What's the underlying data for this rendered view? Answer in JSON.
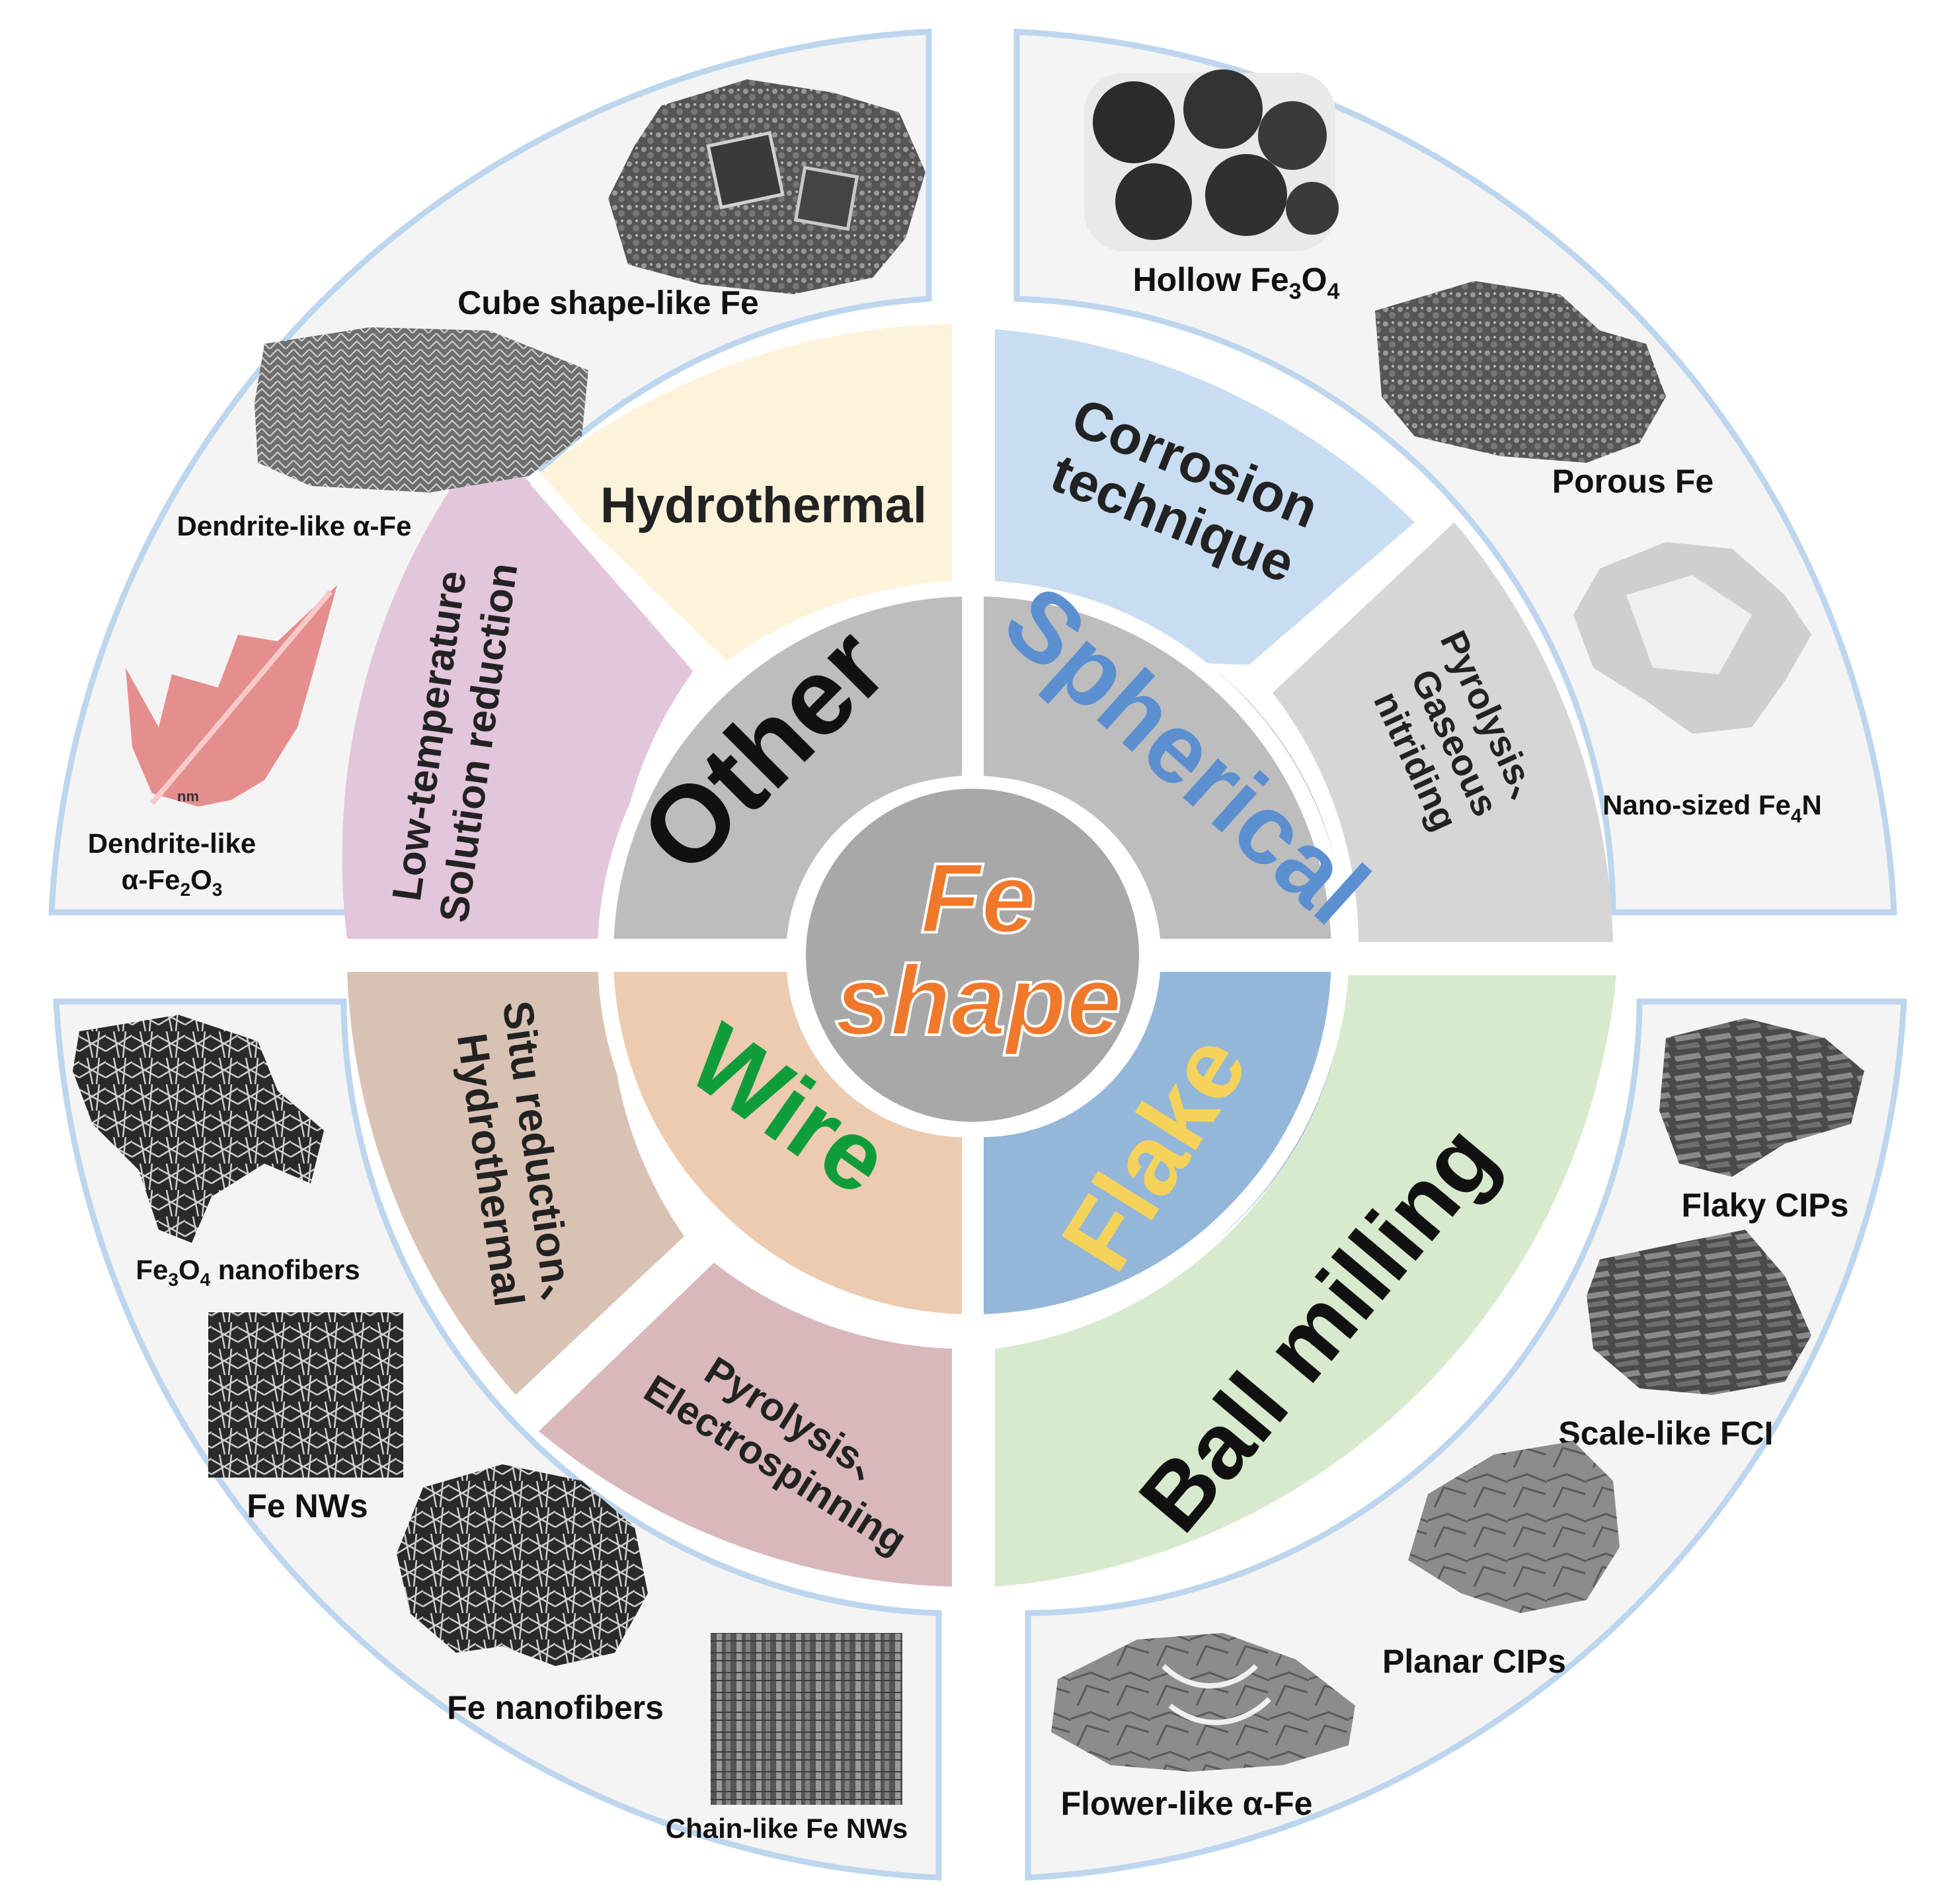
{
  "center": {
    "line1": "Fe",
    "line2": "shape",
    "color": "#F0782A"
  },
  "shapes": [
    {
      "id": "other",
      "label": "Other",
      "color": "#111111",
      "fill": "#BDBDBD"
    },
    {
      "id": "spherical",
      "label": "Spherical",
      "color": "#5B8FD0",
      "fill": "#BDBDBD"
    },
    {
      "id": "wire",
      "label": "Wire",
      "color": "#0F9D3C",
      "fill": "#EDCBB0"
    },
    {
      "id": "flake",
      "label": "Flake",
      "color": "#F5D35A",
      "fill": "#94B6D9"
    }
  ],
  "methods": [
    {
      "id": "low-temp",
      "lines": [
        "Low-temperature",
        "Solution reduction"
      ],
      "fill": "#E3C6DB"
    },
    {
      "id": "hydrothermal",
      "lines": [
        "Hydrothermal"
      ],
      "fill": "#FDF3DA"
    },
    {
      "id": "corrosion",
      "lines": [
        "Corrosion",
        "technique"
      ],
      "fill": "#C8DDF1"
    },
    {
      "id": "pyrolysis-gaseous",
      "lines": [
        "Pyrolysis、",
        "Gaseous",
        "nitriding"
      ],
      "fill": "#D6D6D6"
    },
    {
      "id": "situ-reduction",
      "lines": [
        "Situ reduction、",
        "Hydrothermal"
      ],
      "fill": "#D9C2B4"
    },
    {
      "id": "pyrolysis-electro",
      "lines": [
        "Pyrolysis、",
        "Electrospinning"
      ],
      "fill": "#D8B8BB"
    },
    {
      "id": "ball-milling",
      "lines": [
        "Ball milling"
      ],
      "fill": "#D8EACD"
    }
  ],
  "images": {
    "other": [
      {
        "id": "cube",
        "caption": "Cube shape-like Fe"
      },
      {
        "id": "dendrite-fe",
        "caption": "Dendrite-like α-Fe"
      },
      {
        "id": "dendrite-fe2o3",
        "caption_line1": "Dendrite-like",
        "caption_pre": "α-Fe",
        "sub1": "2",
        "caption_mid": "O",
        "sub2": "3",
        "scale_text": "nm"
      }
    ],
    "spherical": [
      {
        "id": "hollow",
        "caption_pre": "Hollow Fe",
        "sub1": "3",
        "caption_mid": "O",
        "sub2": "4"
      },
      {
        "id": "porous",
        "caption": "Porous  Fe"
      },
      {
        "id": "fe4n",
        "caption_pre": "Nano-sized Fe",
        "sub1": "4",
        "caption_mid": "N"
      }
    ],
    "wire": [
      {
        "id": "fe3o4-nanofibers",
        "caption_pre": "Fe",
        "sub1": "3",
        "caption_mid": "O",
        "sub2": "4",
        "caption_post": " nanofibers"
      },
      {
        "id": "fe-nws",
        "caption": "Fe NWs"
      },
      {
        "id": "fe-nanofibers",
        "caption": "Fe nanofibers"
      },
      {
        "id": "chain-nws",
        "caption": "Chain-like Fe NWs"
      }
    ],
    "flake": [
      {
        "id": "flaky-cips",
        "caption": "Flaky CIPs"
      },
      {
        "id": "scale-fci",
        "caption": "Scale-like FCI"
      },
      {
        "id": "planar-cips",
        "caption": "Planar CIPs"
      },
      {
        "id": "flower-fe",
        "caption": "Flower-like α-Fe"
      }
    ]
  },
  "colors": {
    "panel_border": "#BDD6EE",
    "panel_fill": "#F4F4F4",
    "center_fill": "#A8A8A8"
  }
}
